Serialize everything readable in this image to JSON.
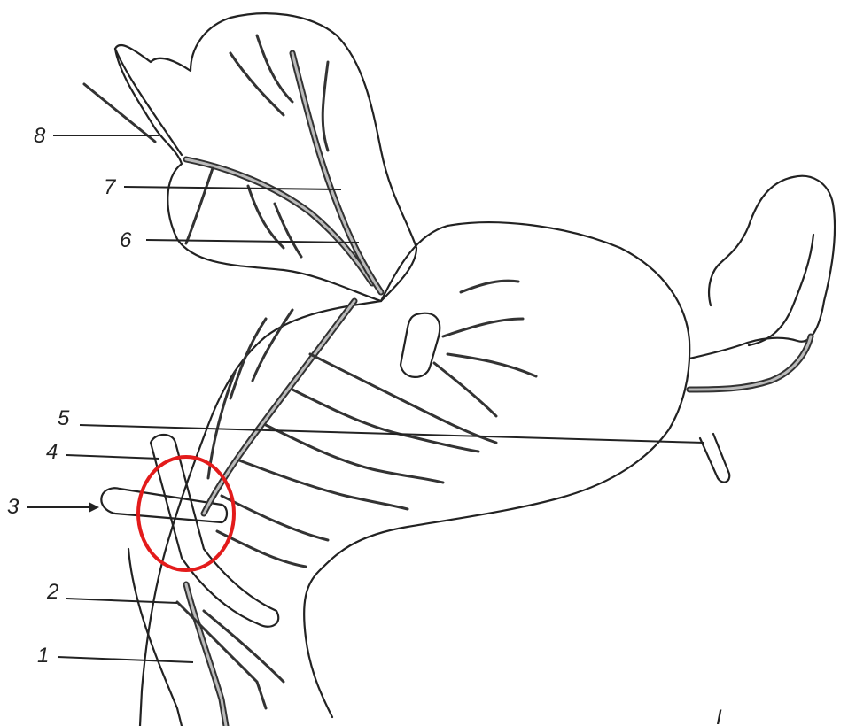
{
  "labels": {
    "l1": "1",
    "l2": "2",
    "l3": "3",
    "l4": "4",
    "l5": "5",
    "l6": "6",
    "l7": "7",
    "l8": "8",
    "corner": "I"
  },
  "highlight": {
    "color": "#e31b1b",
    "shape": "ellipse"
  }
}
